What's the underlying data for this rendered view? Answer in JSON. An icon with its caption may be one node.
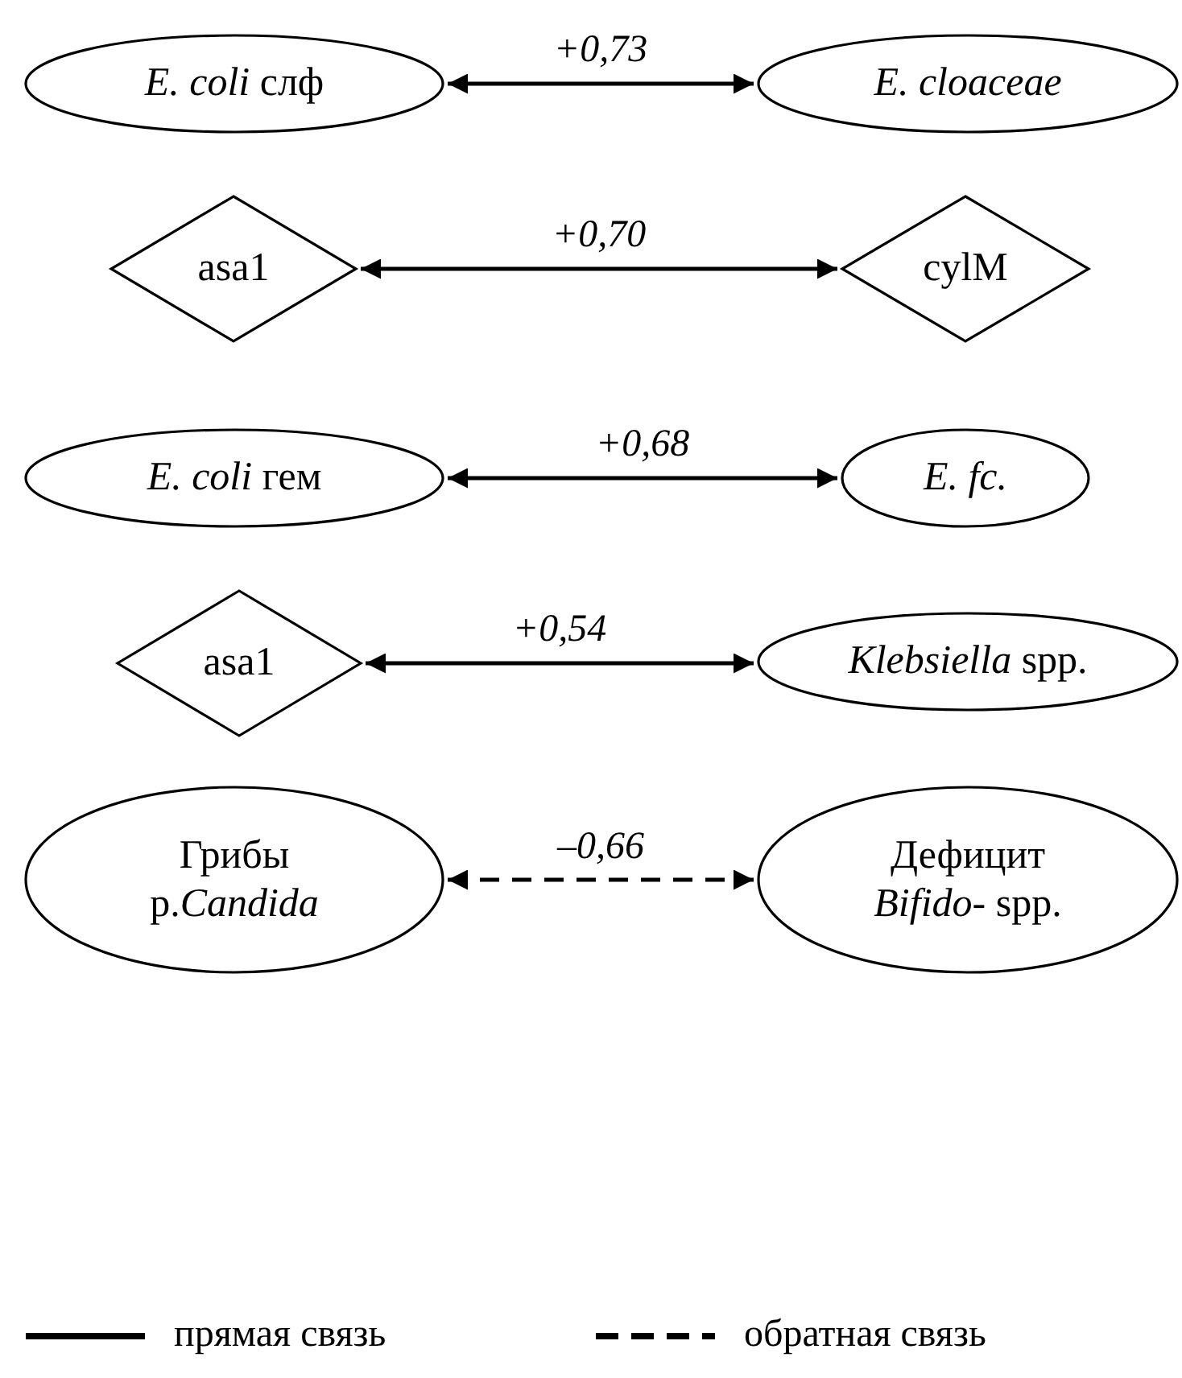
{
  "diagram": {
    "nodes": [
      {
        "text": [
          "*E. coli* слф"
        ]
      },
      {
        "text": [
          "*E. cloaceae*"
        ]
      },
      {
        "text": [
          "asa1"
        ]
      },
      {
        "text": [
          "cylM"
        ]
      },
      {
        "text": [
          "*E. coli* гем"
        ]
      },
      {
        "text": [
          "*E. fc.*"
        ]
      },
      {
        "text": [
          "asa1"
        ]
      },
      {
        "text": [
          "*Klebsiella* spp."
        ]
      },
      {
        "text": [
          "Грибы р.*Candida*"
        ]
      },
      {
        "text": [
          "Дефицит *Bifido*- spp."
        ]
      }
    ],
    "edges": [
      {
        "from": 0,
        "to": 1,
        "arrow": "both",
        "label": "+0,73"
      },
      {
        "from": 2,
        "to": 3,
        "arrow": "both",
        "label": "+0,70"
      },
      {
        "from": 4,
        "to": 5,
        "arrow": "both",
        "label": "+0,68"
      },
      {
        "from": 6,
        "to": 7,
        "arrow": "both",
        "label": "+0,54"
      },
      {
        "from": 8,
        "to": 9,
        "arrow": "both",
        "label": "–0,66",
        "style": "dashed"
      }
    ],
    "legend": [
      {
        "text": "прямая связь"
      },
      {
        "text": "обратная связь"
      }
    ]
  }
}
